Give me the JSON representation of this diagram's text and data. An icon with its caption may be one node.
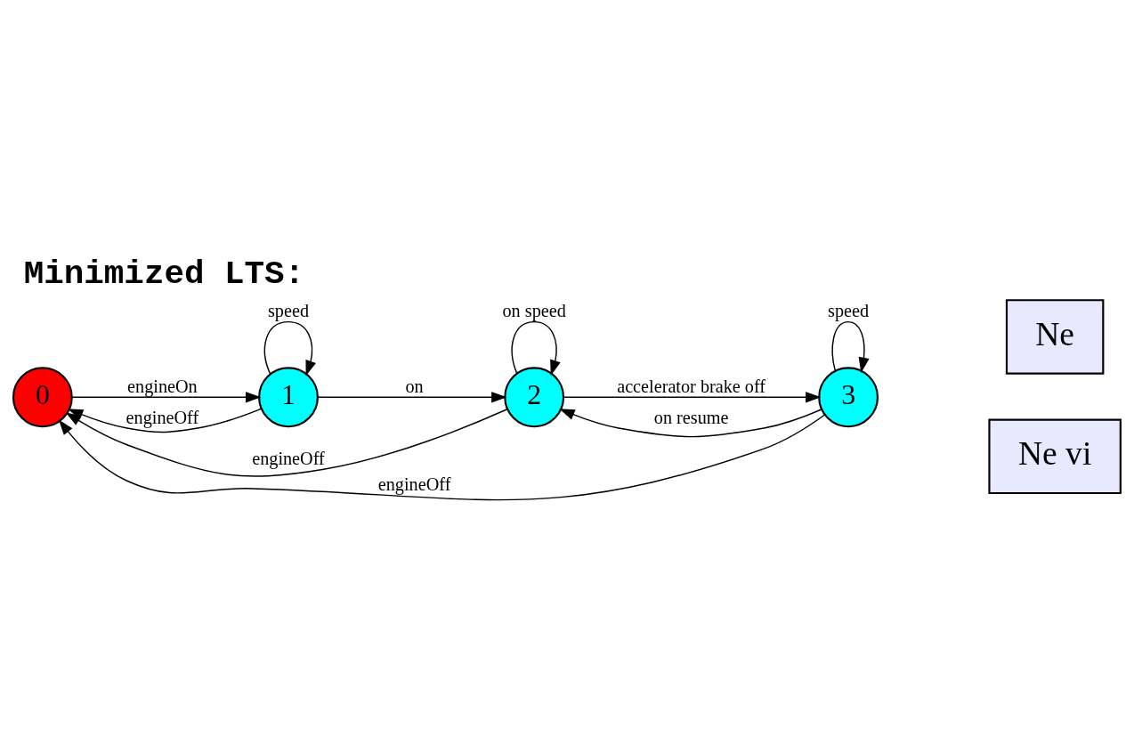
{
  "diagram": {
    "title": "Minimized LTS:",
    "nodes": [
      {
        "text": [
          "0"
        ]
      },
      {
        "text": [
          "1"
        ]
      },
      {
        "text": [
          "2"
        ]
      },
      {
        "text": [
          "3"
        ]
      },
      {
        "text": [
          "Ne"
        ]
      },
      {
        "text": [
          "Ne vi"
        ]
      }
    ],
    "edges": [
      {
        "from": 0,
        "to": 1,
        "arrow": "to",
        "label": "engineOn"
      },
      {
        "from": 1,
        "to": 2,
        "arrow": "to",
        "label": "on"
      },
      {
        "from": 2,
        "to": 3,
        "arrow": "to",
        "label": "accelerator brake off"
      },
      {
        "from": 1,
        "to": 1,
        "arrow": "to",
        "label": "speed"
      },
      {
        "from": 2,
        "to": 2,
        "arrow": "to",
        "label": "on speed"
      },
      {
        "from": 3,
        "to": 3,
        "arrow": "to",
        "label": "speed"
      },
      {
        "from": 1,
        "to": 0,
        "arrow": "to",
        "label": "engineOff"
      },
      {
        "from": 3,
        "to": 2,
        "arrow": "to",
        "label": "on resume"
      },
      {
        "from": 2,
        "to": 0,
        "arrow": "to",
        "label": "engineOff"
      },
      {
        "from": 3,
        "to": 0,
        "arrow": "to",
        "label": "engineOff"
      }
    ]
  }
}
